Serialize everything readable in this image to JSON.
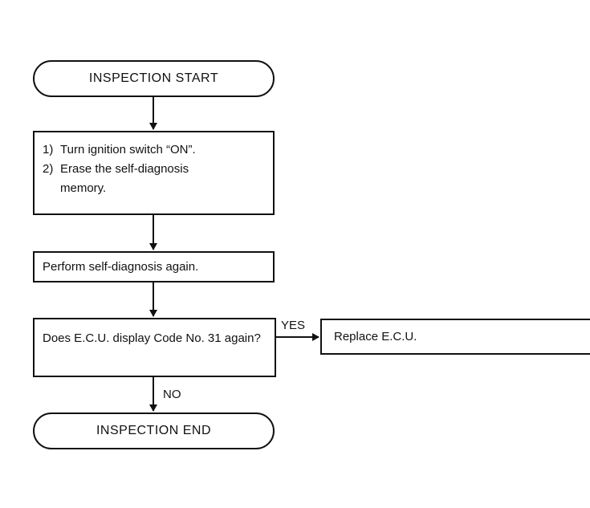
{
  "flowchart": {
    "start": "INSPECTION START",
    "steps_box": {
      "items": [
        {
          "num": "1)",
          "text": "Turn ignition switch “ON”."
        },
        {
          "num": "2)",
          "text": "Erase the self-diagnosis memory."
        }
      ]
    },
    "perform": "Perform self-diagnosis again.",
    "decision": "Does E.C.U. display Code No. 31 again?",
    "yes_label": "YES",
    "no_label": "NO",
    "replace": "Replace E.C.U.",
    "end": "INSPECTION END"
  },
  "colors": {
    "line": "#111111",
    "background": "#ffffff"
  }
}
